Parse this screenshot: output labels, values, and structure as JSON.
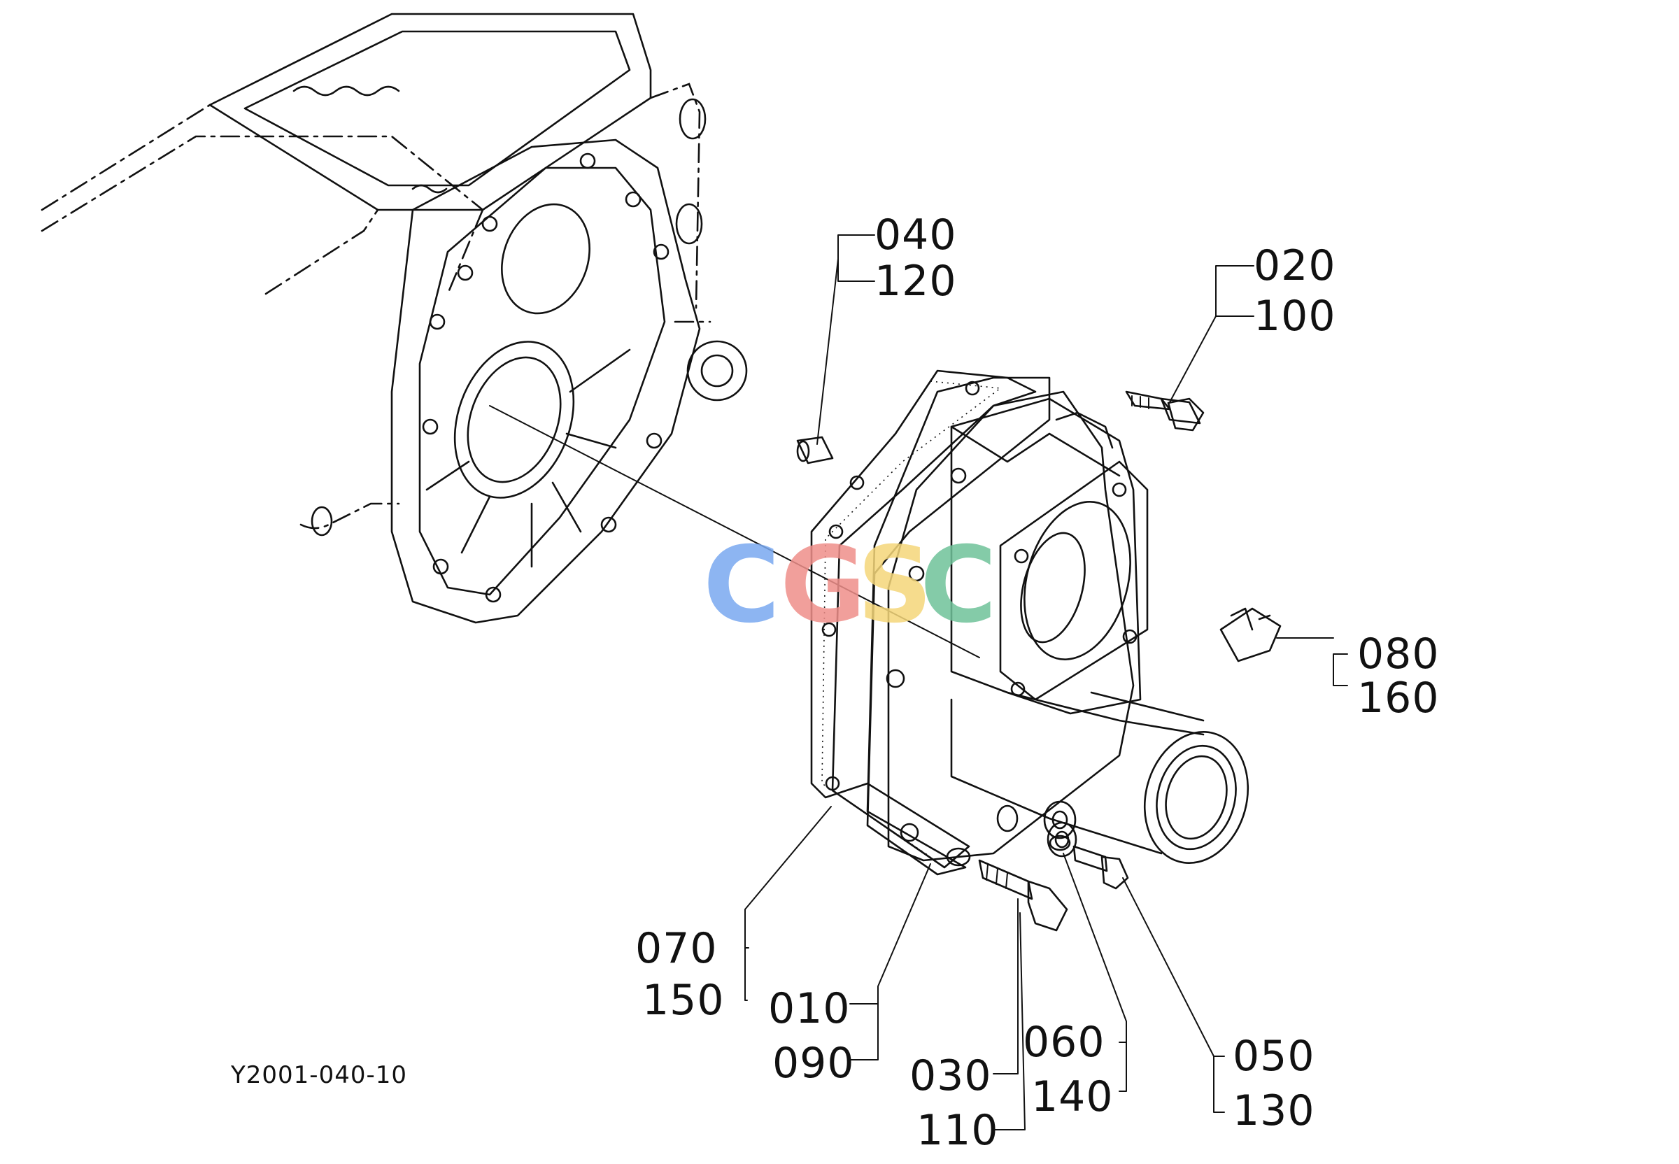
{
  "drawing_code": "Y2001-040-10",
  "watermark": {
    "letters": [
      "C",
      "G",
      "S",
      "C"
    ],
    "colors": [
      "#7aa9f0",
      "#ef8f8a",
      "#f5d77a",
      "#6fc29a"
    ]
  },
  "callouts": {
    "c040_120": {
      "top": "040",
      "bottom": "120"
    },
    "c020_100": {
      "top": "020",
      "bottom": "100"
    },
    "c080_160": {
      "top": "080",
      "bottom": "160"
    },
    "c070_150": {
      "top": "070",
      "bottom": "150"
    },
    "c010_090": {
      "top": "010",
      "bottom": "090"
    },
    "c030_110": {
      "top": "030",
      "bottom": "110"
    },
    "c060_140": {
      "top": "060",
      "bottom": "140"
    },
    "c050_130": {
      "top": "050",
      "bottom": "130"
    }
  }
}
